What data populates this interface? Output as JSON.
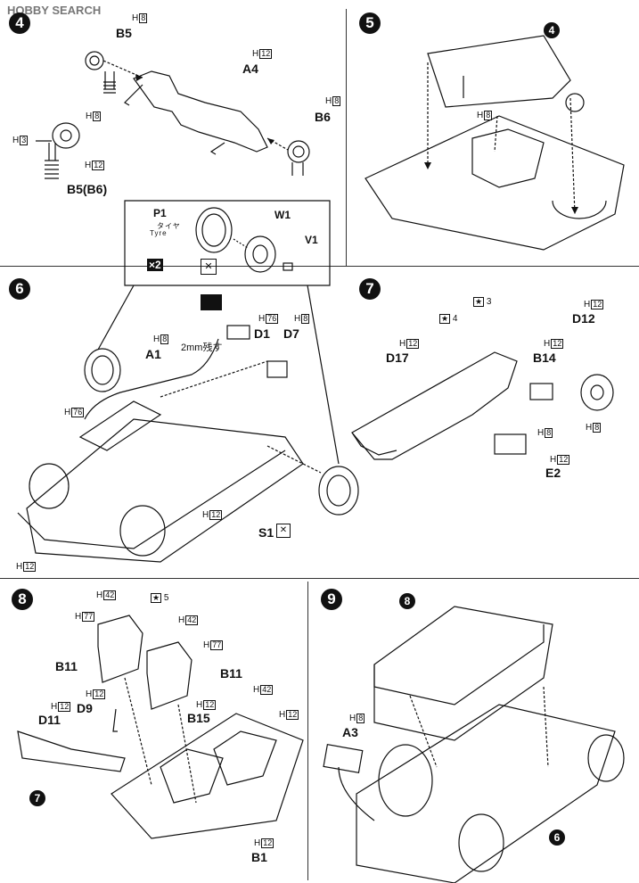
{
  "watermark": "HOBBY SEARCH",
  "steps": {
    "s4": "4",
    "s5": "5",
    "s6": "6",
    "s7": "7",
    "s8": "8",
    "s9": "9",
    "ref4": "4",
    "ref6": "6",
    "ref7": "7",
    "ref8": "8"
  },
  "panel4": {
    "B5": "B5",
    "A4": "A4",
    "B6": "B6",
    "B5B6": "B5(B6)",
    "h_b5": "8",
    "h_a4": "12",
    "h_b6": "8",
    "h_left": "3",
    "h_mid": "8",
    "h_low": "12"
  },
  "panel5": {
    "h": "8"
  },
  "inset": {
    "P1": "P1",
    "taiya": "タイヤ",
    "tyre": "Tyre",
    "W1": "W1",
    "V1": "V1",
    "x2": "×2"
  },
  "panel6": {
    "A1": "A1",
    "D1": "D1",
    "D7": "D7",
    "S1": "S1",
    "note_2mm": "2mm残す",
    "h_a1": "8",
    "h_d1": "76",
    "h_d7": "8",
    "h_left76": "76",
    "h_mid12": "12",
    "h_low12": "12"
  },
  "panel7": {
    "D17": "D17",
    "B14": "B14",
    "D12": "D12",
    "E2": "E2",
    "h_d17": "12",
    "h_b14": "12",
    "h_d12": "12",
    "h_e2": "8",
    "h_e2b": "12",
    "h_d12b": "8",
    "star4": "4",
    "star3": "3"
  },
  "panel8": {
    "B11": "B11",
    "B11r": "B11",
    "D9": "D9",
    "D11": "D11",
    "B15": "B15",
    "B1": "B1",
    "h42a": "42",
    "h77a": "77",
    "h42b": "42",
    "h77b": "77",
    "h12_d9": "12",
    "h12_d11": "12",
    "h12_b15": "12",
    "h42c": "42",
    "h12_r": "12",
    "h12_b1": "12",
    "star5": "5"
  },
  "panel9": {
    "A3": "A3",
    "h_a3": "8"
  }
}
